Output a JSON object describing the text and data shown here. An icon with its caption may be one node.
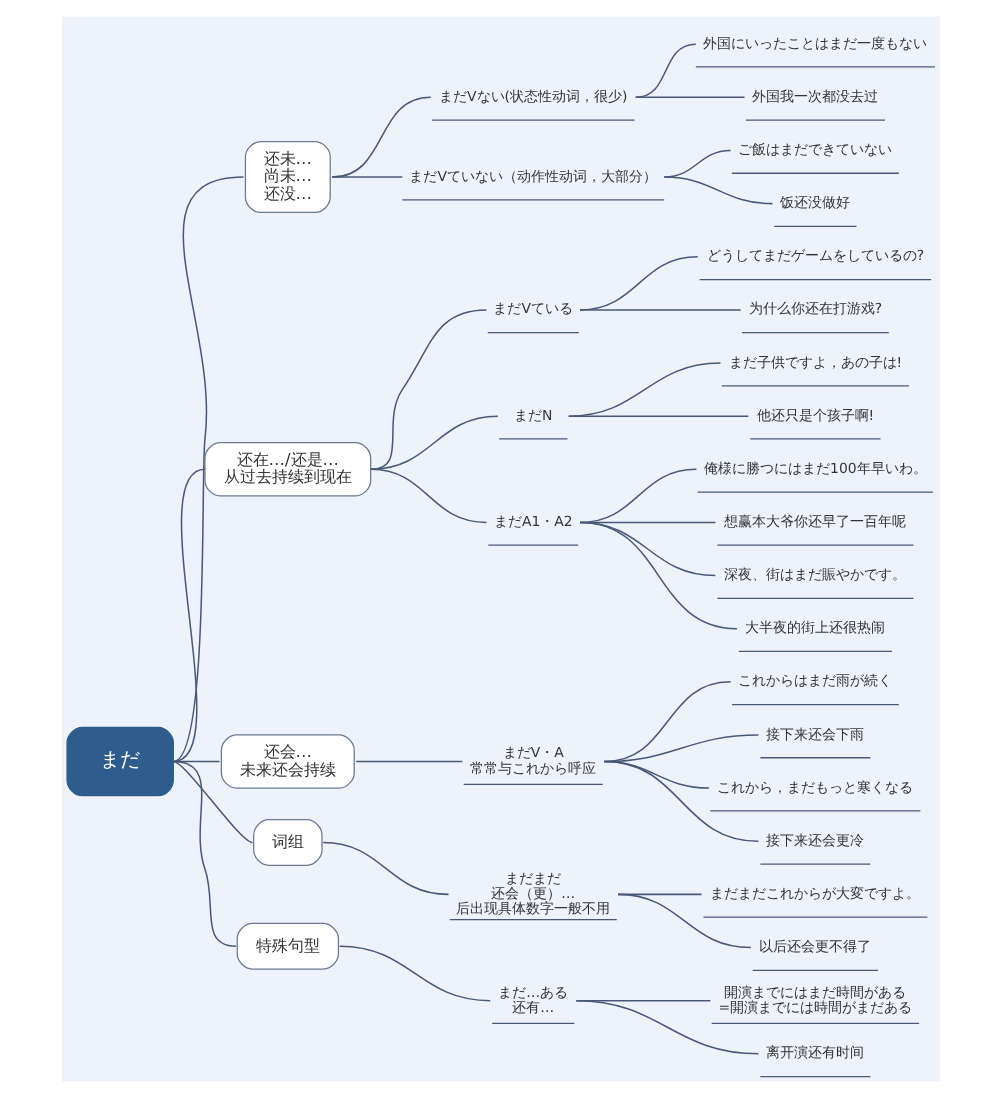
{
  "diagram": {
    "nodes": [
      {
        "text": [
          "まだ"
        ]
      },
      {
        "text": [
          "还未…",
          "尚未…",
          "还没…"
        ]
      },
      {
        "text": [
          "まだVない(状态性动词，很少)"
        ]
      },
      {
        "text": [
          "外国にいったことはまだ一度もない"
        ]
      },
      {
        "text": [
          "外国我一次都没去过"
        ]
      },
      {
        "text": [
          "まだVていない（动作性动词，大部分）"
        ]
      },
      {
        "text": [
          "ご飯はまだできていない"
        ]
      },
      {
        "text": [
          "饭还没做好"
        ]
      },
      {
        "text": [
          "还在…/还是…",
          "从过去持续到现在"
        ]
      },
      {
        "text": [
          "まだVている"
        ]
      },
      {
        "text": [
          "どうしてまだゲームをしているの?"
        ]
      },
      {
        "text": [
          "为什么你还在打游戏?"
        ]
      },
      {
        "text": [
          "まだN"
        ]
      },
      {
        "text": [
          "まだ子供ですよ，あの子は!"
        ]
      },
      {
        "text": [
          "他还只是个孩子啊!"
        ]
      },
      {
        "text": [
          "まだA1・A2"
        ]
      },
      {
        "text": [
          "俺様に勝つにはまだ100年早いわ。"
        ]
      },
      {
        "text": [
          "想赢本大爷你还早了一百年呢"
        ]
      },
      {
        "text": [
          "深夜、街はまだ賑やかです。"
        ]
      },
      {
        "text": [
          "大半夜的街上还很热闹"
        ]
      },
      {
        "text": [
          "还会…",
          "未来还会持续"
        ]
      },
      {
        "text": [
          "まだV・A",
          "常常与これから呼应"
        ]
      },
      {
        "text": [
          "これからはまだ雨が続く"
        ]
      },
      {
        "text": [
          "接下来还会下雨"
        ]
      },
      {
        "text": [
          "これから，まだもっと寒くなる"
        ]
      },
      {
        "text": [
          "接下来还会更冷"
        ]
      },
      {
        "text": [
          "词组"
        ]
      },
      {
        "text": [
          "まだまだ",
          "还会（更）…",
          "后出现具体数字一般不用"
        ]
      },
      {
        "text": [
          "まだまだこれからが大変ですよ。"
        ]
      },
      {
        "text": [
          "以后还会更不得了"
        ]
      },
      {
        "text": [
          "特殊句型"
        ]
      },
      {
        "text": [
          "まだ…ある",
          "还有…"
        ]
      },
      {
        "text": [
          "開演までにはまだ時間がある",
          "=開演までには時間がまだある"
        ]
      },
      {
        "text": [
          "离开演还有时间"
        ]
      }
    ],
    "edges": [
      {
        "from": 0,
        "to": 1,
        "arrow": "none"
      },
      {
        "from": 1,
        "to": 2,
        "arrow": "none"
      },
      {
        "from": 2,
        "to": 3,
        "arrow": "none"
      },
      {
        "from": 2,
        "to": 4,
        "arrow": "none"
      },
      {
        "from": 1,
        "to": 5,
        "arrow": "none"
      },
      {
        "from": 5,
        "to": 6,
        "arrow": "none"
      },
      {
        "from": 5,
        "to": 7,
        "arrow": "none"
      },
      {
        "from": 0,
        "to": 8,
        "arrow": "none"
      },
      {
        "from": 8,
        "to": 9,
        "arrow": "none"
      },
      {
        "from": 9,
        "to": 10,
        "arrow": "none"
      },
      {
        "from": 9,
        "to": 11,
        "arrow": "none"
      },
      {
        "from": 8,
        "to": 12,
        "arrow": "none"
      },
      {
        "from": 12,
        "to": 13,
        "arrow": "none"
      },
      {
        "from": 12,
        "to": 14,
        "arrow": "none"
      },
      {
        "from": 8,
        "to": 15,
        "arrow": "none"
      },
      {
        "from": 15,
        "to": 16,
        "arrow": "none"
      },
      {
        "from": 15,
        "to": 17,
        "arrow": "none"
      },
      {
        "from": 15,
        "to": 18,
        "arrow": "none"
      },
      {
        "from": 15,
        "to": 19,
        "arrow": "none"
      },
      {
        "from": 0,
        "to": 20,
        "arrow": "none"
      },
      {
        "from": 20,
        "to": 21,
        "arrow": "none"
      },
      {
        "from": 21,
        "to": 22,
        "arrow": "none"
      },
      {
        "from": 21,
        "to": 23,
        "arrow": "none"
      },
      {
        "from": 21,
        "to": 24,
        "arrow": "none"
      },
      {
        "from": 21,
        "to": 25,
        "arrow": "none"
      },
      {
        "from": 0,
        "to": 26,
        "arrow": "none"
      },
      {
        "from": 26,
        "to": 27,
        "arrow": "none"
      },
      {
        "from": 27,
        "to": 28,
        "arrow": "none"
      },
      {
        "from": 27,
        "to": 29,
        "arrow": "none"
      },
      {
        "from": 0,
        "to": 30,
        "arrow": "none"
      },
      {
        "from": 30,
        "to": 31,
        "arrow": "none"
      },
      {
        "from": 31,
        "to": 32,
        "arrow": "none"
      },
      {
        "from": 31,
        "to": 33,
        "arrow": "none"
      }
    ]
  }
}
